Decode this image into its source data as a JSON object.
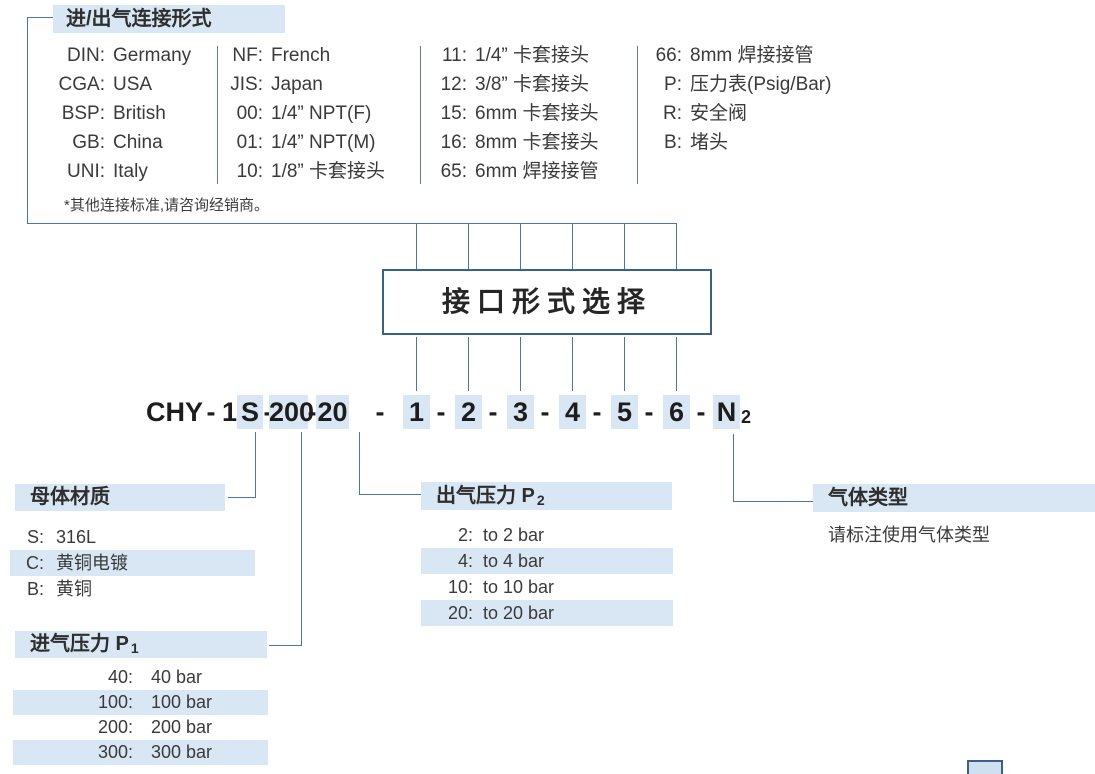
{
  "colors": {
    "highlight": "#d9e6f4",
    "line": "#4a76a8",
    "box_border": "#35618e",
    "text": "#3a3a3a"
  },
  "connection": {
    "title": "进/出气连接形式",
    "note": "*其他连接标准,请咨询经销商。",
    "columns": [
      {
        "items": [
          {
            "code": "DIN:",
            "label": "Germany"
          },
          {
            "code": "CGA:",
            "label": "USA"
          },
          {
            "code": "BSP:",
            "label": "British"
          },
          {
            "code": "GB:",
            "label": "China"
          },
          {
            "code": "UNI:",
            "label": "Italy"
          }
        ]
      },
      {
        "items": [
          {
            "code": "NF:",
            "label": "French"
          },
          {
            "code": "JIS:",
            "label": "Japan"
          },
          {
            "code": "00:",
            "label": "1/4” NPT(F)"
          },
          {
            "code": "01:",
            "label": "1/4” NPT(M)"
          },
          {
            "code": "10:",
            "label": "1/8” 卡套接头"
          }
        ]
      },
      {
        "items": [
          {
            "code": "11:",
            "label": "1/4” 卡套接头"
          },
          {
            "code": "12:",
            "label": "3/8” 卡套接头"
          },
          {
            "code": "15:",
            "label": "6mm 卡套接头"
          },
          {
            "code": "16:",
            "label": "8mm 卡套接头"
          },
          {
            "code": "65:",
            "label": "6mm 焊接接管"
          }
        ]
      },
      {
        "items": [
          {
            "code": "66:",
            "label": "8mm 焊接接管"
          },
          {
            "code": "P:",
            "label": "压力表(Psig/Bar)"
          },
          {
            "code": "R:",
            "label": "安全阀"
          },
          {
            "code": "B:",
            "label": "堵头"
          }
        ]
      }
    ]
  },
  "selector_box": {
    "label": "接口形式选择"
  },
  "model_code": {
    "prefix": "CHY",
    "dash": "-",
    "seg_1": "1",
    "seg_s": "S",
    "seg_200": "200",
    "seg_20": "20",
    "digits": [
      "1",
      "2",
      "3",
      "4",
      "5",
      "6"
    ],
    "gas_letter": "N",
    "gas_sub": "2"
  },
  "material": {
    "title": "母体材质",
    "items": [
      {
        "code": "S:",
        "label": "316L",
        "highlight": false
      },
      {
        "code": "C:",
        "label": "黄铜电镀",
        "highlight": true
      },
      {
        "code": "B:",
        "label": "黄铜",
        "highlight": false
      }
    ]
  },
  "inlet_pressure": {
    "title": "进气压力 P",
    "title_sub": "1",
    "items": [
      {
        "code": "40:",
        "label": "40 bar",
        "highlight": false
      },
      {
        "code": "100:",
        "label": "100 bar",
        "highlight": true
      },
      {
        "code": "200:",
        "label": "200 bar",
        "highlight": false
      },
      {
        "code": "300:",
        "label": "300 bar",
        "highlight": true
      }
    ]
  },
  "outlet_pressure": {
    "title": "出气压力 P",
    "title_sub": "2",
    "items": [
      {
        "code": "2:",
        "label": "to 2 bar",
        "highlight": false
      },
      {
        "code": "4:",
        "label": "to 4 bar",
        "highlight": true
      },
      {
        "code": "10:",
        "label": "to 10 bar",
        "highlight": false
      },
      {
        "code": "20:",
        "label": "to 20 bar",
        "highlight": true
      }
    ]
  },
  "gas_type": {
    "title": "气体类型",
    "note": "请标注使用气体类型"
  }
}
